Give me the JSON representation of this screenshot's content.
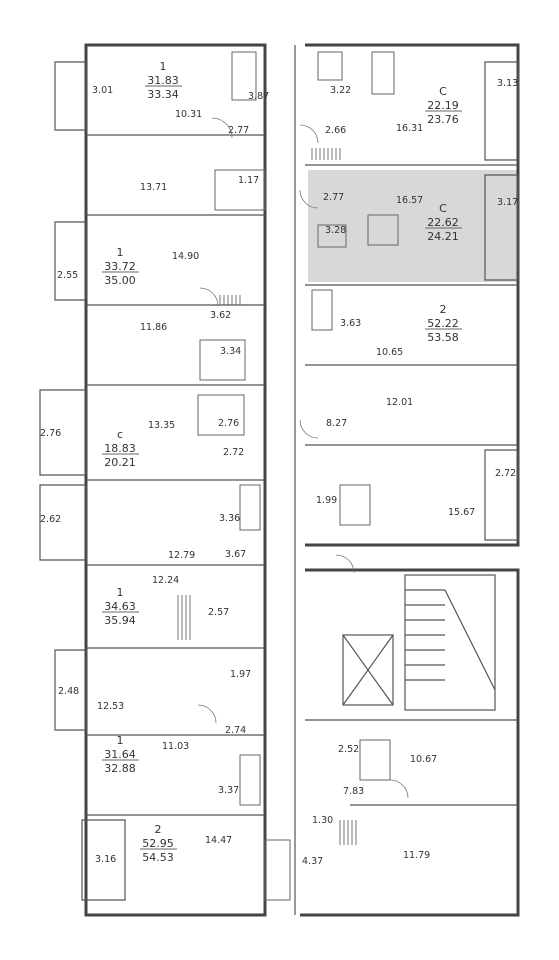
{
  "highlight_color": "#d8d8d8",
  "apartments": [
    {
      "id": "a1",
      "rooms": "1",
      "living": "31.83",
      "total": "33.34"
    },
    {
      "id": "a2",
      "rooms": "С",
      "living": "22.19",
      "total": "23.76"
    },
    {
      "id": "a3",
      "rooms": "С",
      "living": "22.62",
      "total": "24.21"
    },
    {
      "id": "a4",
      "rooms": "1",
      "living": "33.72",
      "total": "35.00"
    },
    {
      "id": "a5",
      "rooms": "2",
      "living": "52.22",
      "total": "53.58"
    },
    {
      "id": "a6",
      "rooms": "с",
      "living": "18.83",
      "total": "20.21"
    },
    {
      "id": "a7",
      "rooms": "1",
      "living": "34.63",
      "total": "35.94"
    },
    {
      "id": "a8",
      "rooms": "1",
      "living": "31.64",
      "total": "32.88"
    },
    {
      "id": "a9",
      "rooms": "2",
      "living": "52.95",
      "total": "54.53"
    }
  ],
  "area_labels": [
    "3.01",
    "10.31",
    "3.87",
    "2.77",
    "3.22",
    "2.66",
    "16.31",
    "3.13",
    "13.71",
    "1.17",
    "2.77",
    "16.57",
    "3.17",
    "3.28",
    "14.90",
    "2.55",
    "3.62",
    "3.63",
    "10.65",
    "11.86",
    "3.34",
    "12.01",
    "2.76",
    "13.35",
    "2.76",
    "2.72",
    "8.27",
    "2.72",
    "1.99",
    "15.67",
    "2.62",
    "3.36",
    "12.79",
    "3.67",
    "12.24",
    "2.57",
    "2.48",
    "1.97",
    "12.53",
    "2.74",
    "11.03",
    "2.52",
    "10.67",
    "3.37",
    "7.83",
    "1.30",
    "14.47",
    "3.16",
    "4.37",
    "11.79"
  ]
}
